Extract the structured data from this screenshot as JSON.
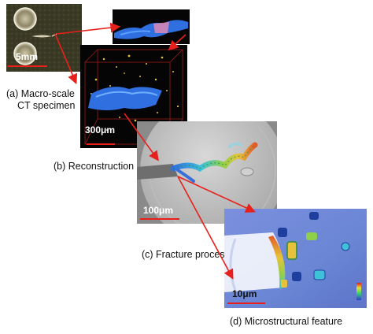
{
  "panels": {
    "a": {
      "label_line1": "(a) Macro-scale",
      "label_line2": "CT specimen",
      "scale_bar": "5mm"
    },
    "b": {
      "label": "(b) Reconstruction",
      "scale_bar": "300μm"
    },
    "c": {
      "label": "(c) Fracture process zone",
      "scale_bar": "100μm"
    },
    "d": {
      "label": "(d) Microstructural feature",
      "scale_bar": "10μm"
    }
  },
  "colors": {
    "arrow": "#e8201c",
    "specimen_bg": "#3b3a24",
    "volume_bg": "#050505",
    "crack_blue": "#2f6fe0",
    "particle_yellow": "#e8c23a",
    "disc_grey": "#c9c9c9",
    "microscale_blue": "#6b83d6"
  }
}
